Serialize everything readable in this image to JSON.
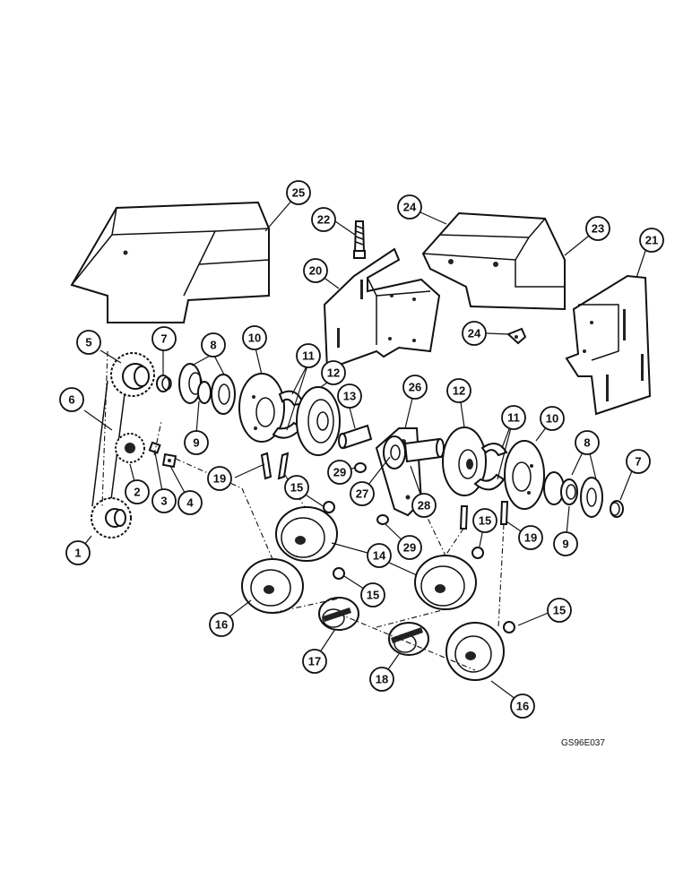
{
  "callouts": [
    {
      "id": "c1",
      "label": "1"
    },
    {
      "id": "c2",
      "label": "2"
    },
    {
      "id": "c3",
      "label": "3"
    },
    {
      "id": "c4",
      "label": "4"
    },
    {
      "id": "c5",
      "label": "5"
    },
    {
      "id": "c6",
      "label": "6"
    },
    {
      "id": "c7a",
      "label": "7"
    },
    {
      "id": "c7b",
      "label": "7"
    },
    {
      "id": "c8a",
      "label": "8"
    },
    {
      "id": "c8b",
      "label": "8"
    },
    {
      "id": "c9a",
      "label": "9"
    },
    {
      "id": "c9b",
      "label": "9"
    },
    {
      "id": "c10a",
      "label": "10"
    },
    {
      "id": "c10b",
      "label": "10"
    },
    {
      "id": "c11a",
      "label": "11"
    },
    {
      "id": "c11b",
      "label": "11"
    },
    {
      "id": "c12a",
      "label": "12"
    },
    {
      "id": "c12b",
      "label": "12"
    },
    {
      "id": "c13",
      "label": "13"
    },
    {
      "id": "c14",
      "label": "14"
    },
    {
      "id": "c15a",
      "label": "15"
    },
    {
      "id": "c15b",
      "label": "15"
    },
    {
      "id": "c15c",
      "label": "15"
    },
    {
      "id": "c15d",
      "label": "15"
    },
    {
      "id": "c16a",
      "label": "16"
    },
    {
      "id": "c16b",
      "label": "16"
    },
    {
      "id": "c17",
      "label": "17"
    },
    {
      "id": "c18",
      "label": "18"
    },
    {
      "id": "c19a",
      "label": "19"
    },
    {
      "id": "c19b",
      "label": "19"
    },
    {
      "id": "c20",
      "label": "20"
    },
    {
      "id": "c21",
      "label": "21"
    },
    {
      "id": "c22",
      "label": "22"
    },
    {
      "id": "c23",
      "label": "23"
    },
    {
      "id": "c24a",
      "label": "24"
    },
    {
      "id": "c24b",
      "label": "24"
    },
    {
      "id": "c25",
      "label": "25"
    },
    {
      "id": "c26",
      "label": "26"
    },
    {
      "id": "c27",
      "label": "27"
    },
    {
      "id": "c28",
      "label": "28"
    },
    {
      "id": "c29a",
      "label": "29"
    },
    {
      "id": "c29b",
      "label": "29"
    }
  ],
  "reference_code": "GS96E037"
}
